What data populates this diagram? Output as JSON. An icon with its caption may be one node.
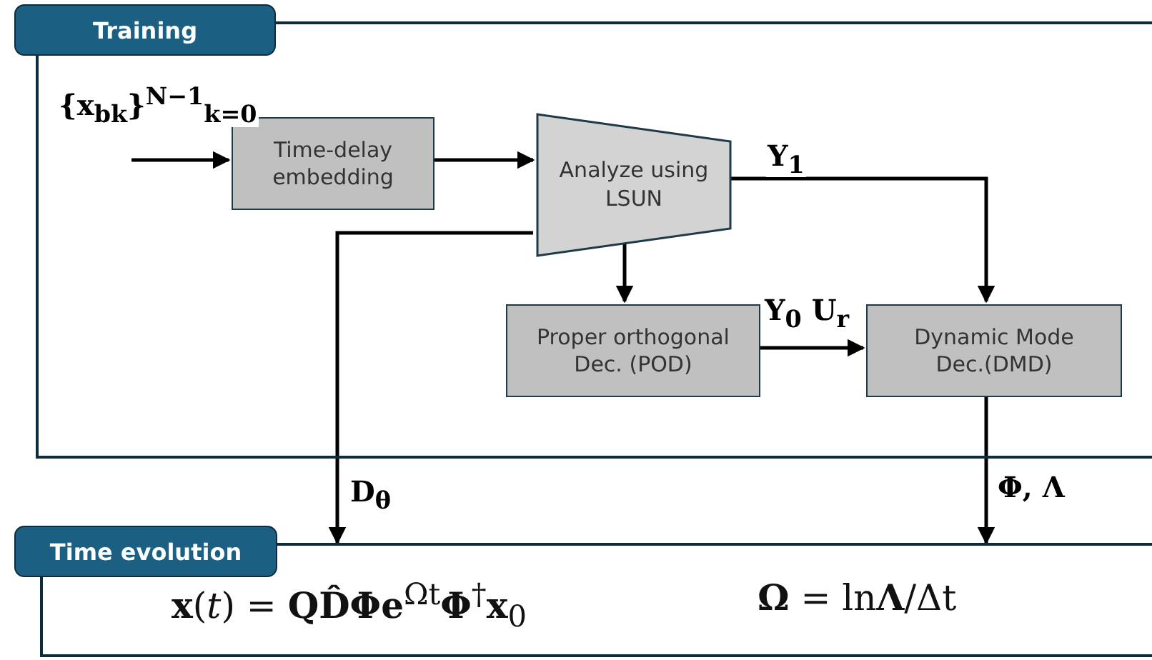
{
  "diagram": {
    "nodes": [
      {
        "text": [
          "Training"
        ]
      },
      {
        "text": [
          "Time-delay embedding"
        ],
        "in": 0
      },
      {
        "text": [
          "Analyze using LSUN"
        ],
        "in": 0
      },
      {
        "text": [
          "Proper orthogonal Dec. (POD)"
        ],
        "in": 0
      },
      {
        "text": [
          "Dynamic Mode Dec.(DMD)"
        ],
        "in": 0
      },
      {
        "text": [
          "Time evolution",
          "**x**(*t*) = **QD̂Φe**$^{Ωt}$**Φ**$^{†}$**x**$_{0}$",
          "**Ω** = ln**Λ**/Δt"
        ]
      }
    ],
    "edges": [
      {
        "from": null,
        "to": 1,
        "arrow": "to",
        "label": "{**x**$_{bk}$}$^{N−1}$$_{k=0}$"
      },
      {
        "from": 1,
        "to": 2,
        "arrow": "to"
      },
      {
        "from": 2,
        "to": 4,
        "arrow": "to",
        "label": "**Y**$_{1}$"
      },
      {
        "from": 2,
        "to": 3,
        "arrow": "to"
      },
      {
        "from": 3,
        "to": 4,
        "arrow": "to",
        "label": "**Y**$_{0}$ **U**$_{r}$"
      },
      {
        "from": 2,
        "to": 5,
        "arrow": "to",
        "label": "**D**$_{θ}$"
      },
      {
        "from": 4,
        "to": 5,
        "arrow": "to",
        "label": "**Φ**, **Λ**"
      }
    ]
  }
}
